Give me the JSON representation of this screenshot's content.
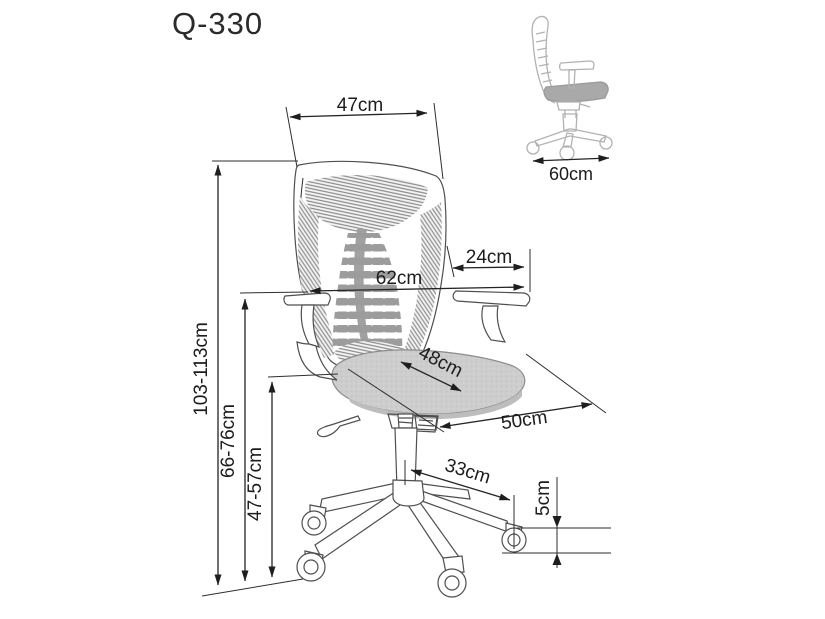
{
  "title": "Q-330",
  "dimensions": {
    "backrest_width": "47cm",
    "overall_width": "62cm",
    "armrest_offset": "24cm",
    "seat_width": "48cm",
    "seat_depth": "50cm",
    "base_arm_length": "33cm",
    "caster_height": "5cm",
    "overall_height": "103-113cm",
    "armrest_height": "66-76cm",
    "seat_height": "47-57cm",
    "side_depth": "60cm"
  },
  "colors": {
    "dimension_line": "#242424",
    "label_text": "#1c1c1c",
    "chair_outline": "#4f4f4f",
    "mesh_gray": "#8e8e8e",
    "seat_fabric": "#cdcdcd",
    "side_view_gray": "#b2b2b2",
    "background": "#ffffff"
  }
}
